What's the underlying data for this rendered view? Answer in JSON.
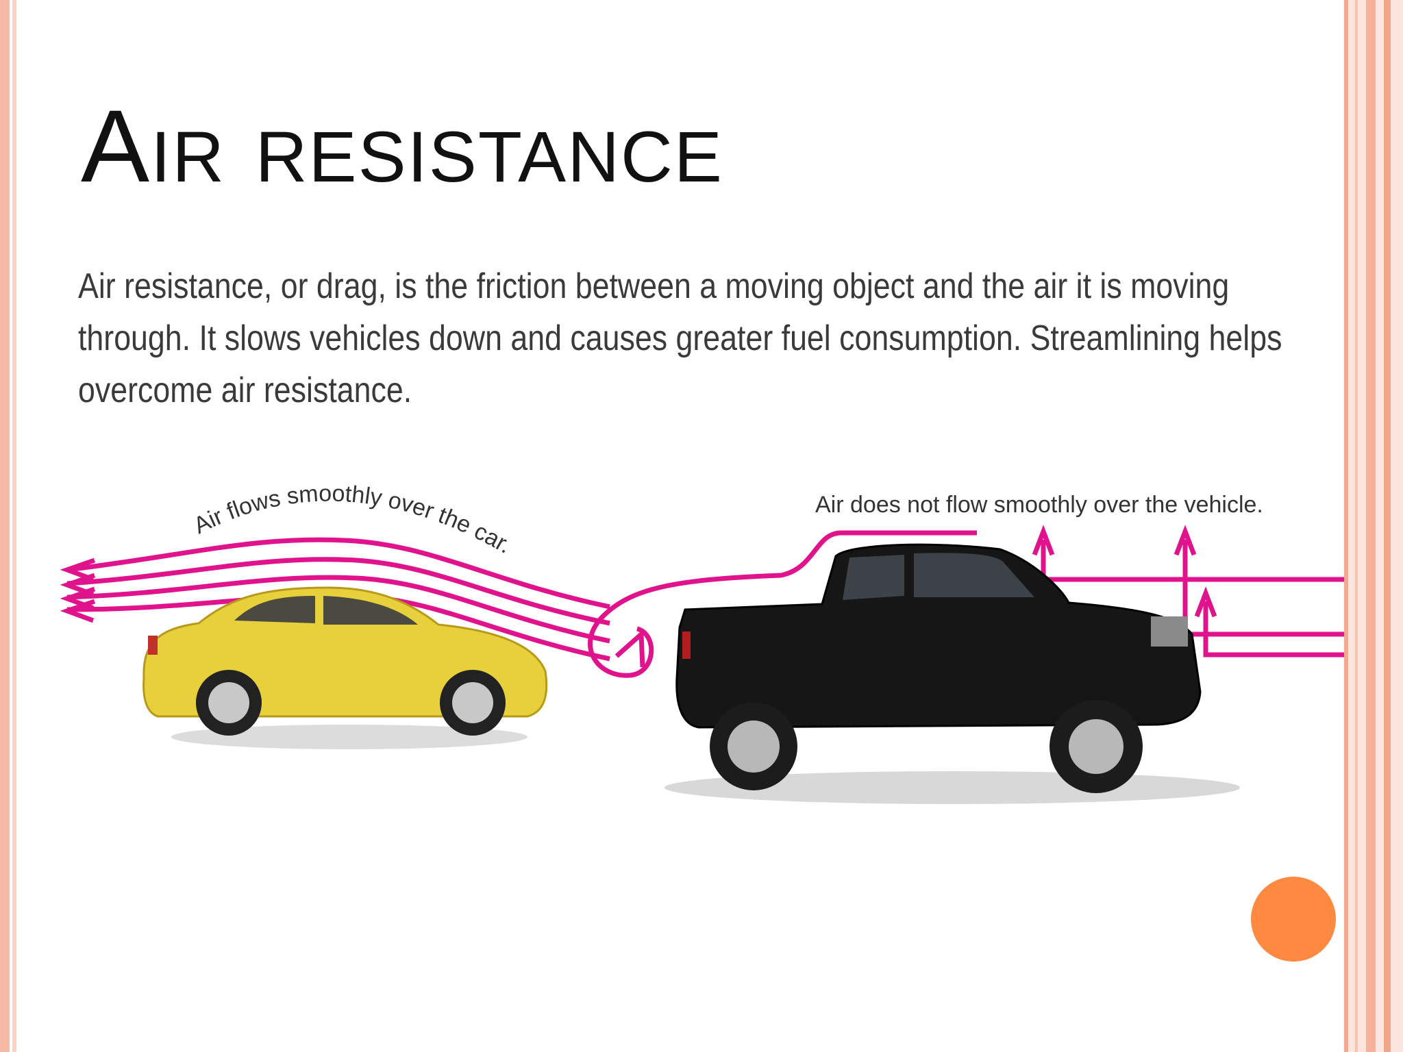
{
  "slide": {
    "title": "Air resistance",
    "body": "Air resistance, or drag, is the friction between a moving object and the air it is moving through. It slows vehicles down and causes greater fuel consumption. Streamlining helps overcome air resistance."
  },
  "diagram": {
    "left_caption": "Air flows smoothly over the car.",
    "right_caption": "Air does not flow smoothly over the vehicle.",
    "car_color": "#e8cf3c",
    "truck_color": "#161616",
    "airflow_color": "#e0138c"
  },
  "theme": {
    "accent": "#fd8a40",
    "border": "#f6b9a4"
  }
}
